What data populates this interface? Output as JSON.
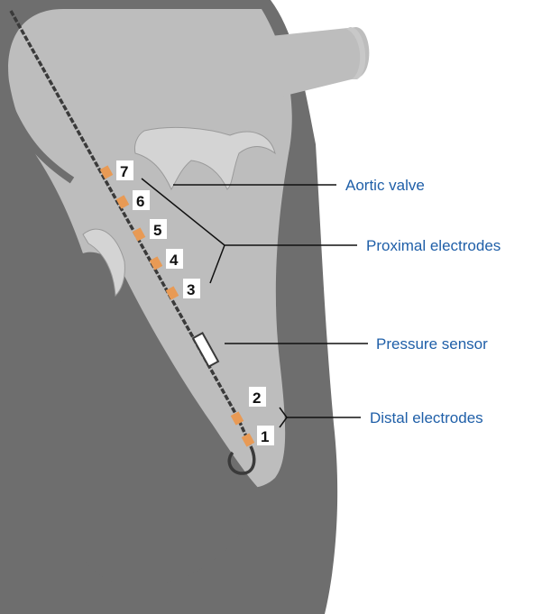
{
  "colors": {
    "wall": "#6e6e6e",
    "cavity": "#bdbdbd",
    "valve": "#d4d4d4",
    "catheter": "#3a3a3a",
    "electrode": "#e89a55",
    "label_text": "#1f5fa8",
    "leader": "#111111",
    "number_box": "#ffffff"
  },
  "labels": {
    "aortic_valve": "Aortic valve",
    "proximal_electrodes": "Proximal electrodes",
    "pressure_sensor": "Pressure sensor",
    "distal_electrodes": "Distal electrodes"
  },
  "electrodes": {
    "e1": "1",
    "e2": "2",
    "e3": "3",
    "e4": "4",
    "e5": "5",
    "e6": "6",
    "e7": "7"
  }
}
